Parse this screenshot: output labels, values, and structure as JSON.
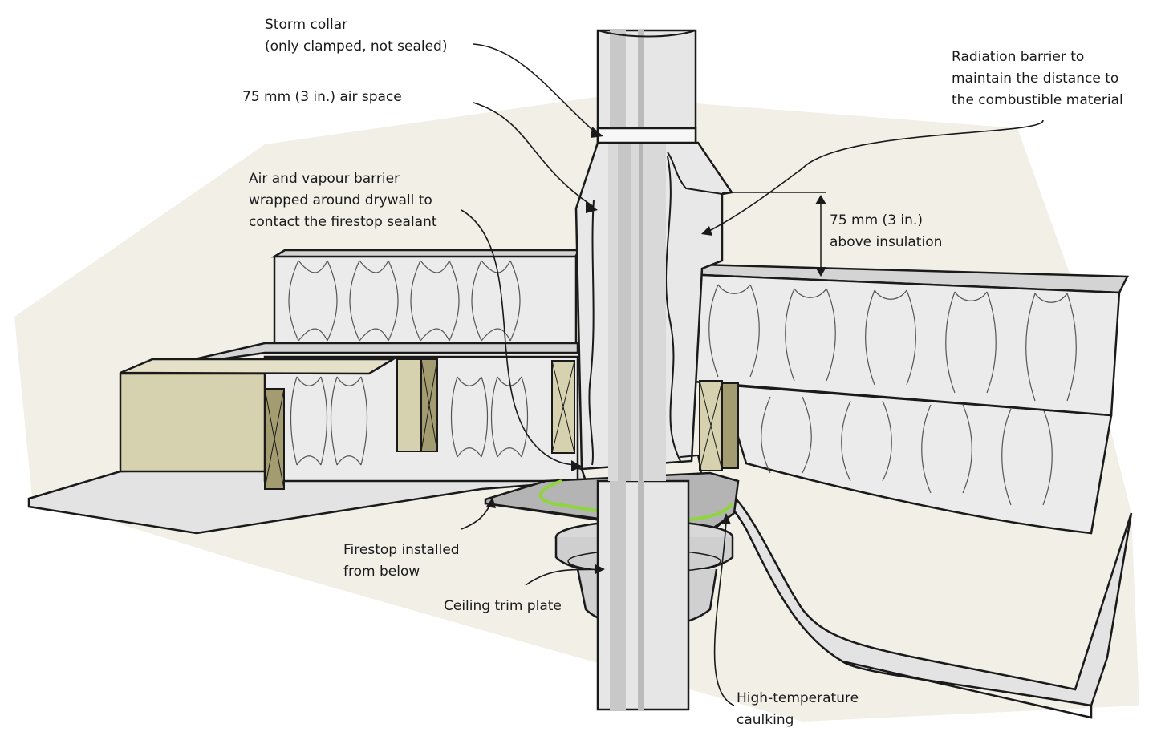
{
  "labels": {
    "storm_collar": [
      "Storm collar",
      "(only clamped, not sealed)"
    ],
    "air_space": [
      "75 mm (3 in.) air space"
    ],
    "radiation_barrier": [
      "Radiation barrier to",
      "maintain the distance to",
      "the combustible material"
    ],
    "vapour_barrier": [
      "Air and vapour barrier",
      "wrapped around drywall to",
      "contact the firestop sealant"
    ],
    "above_insulation": [
      "75 mm (3 in.)",
      "above insulation"
    ],
    "firestop": [
      "Firestop installed",
      "from below"
    ],
    "trim_plate": [
      "Ceiling trim plate"
    ],
    "caulking": [
      "High-temperature",
      "caulking"
    ]
  },
  "colors": {
    "background_tint": "#f1efe6",
    "outline": "#1a1a1a",
    "insulation": "#ebebeb",
    "wood": "#d6d2b0",
    "wood_dark": "#a39c70",
    "drywall": "#e3e3e3",
    "pipe_light": "#e6e6e6",
    "pipe_mid": "#c8c8c8",
    "firestop_plate": "#b4b4b4",
    "caulking": "#8ed63c"
  }
}
